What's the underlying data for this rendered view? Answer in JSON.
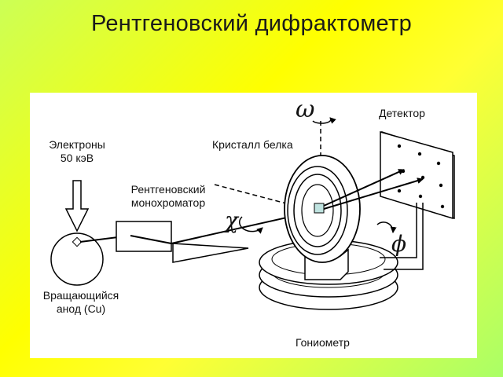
{
  "title": "Рентгеновский дифрактометр",
  "labels": {
    "electrons_line1": "Электроны",
    "electrons_line2": "50 кэВ",
    "rotating_anode_line1": "Вращающийся",
    "rotating_anode_line2": "анод (Cu)",
    "monochromator_line1": "Рентгеновский",
    "monochromator_line2": "монохроматор",
    "crystal": "Кристалл белка",
    "detector": "Детектор",
    "goniometer": "Гониометр"
  },
  "angles": {
    "omega": "ω",
    "chi": "χ",
    "phi": "ϕ"
  }
}
